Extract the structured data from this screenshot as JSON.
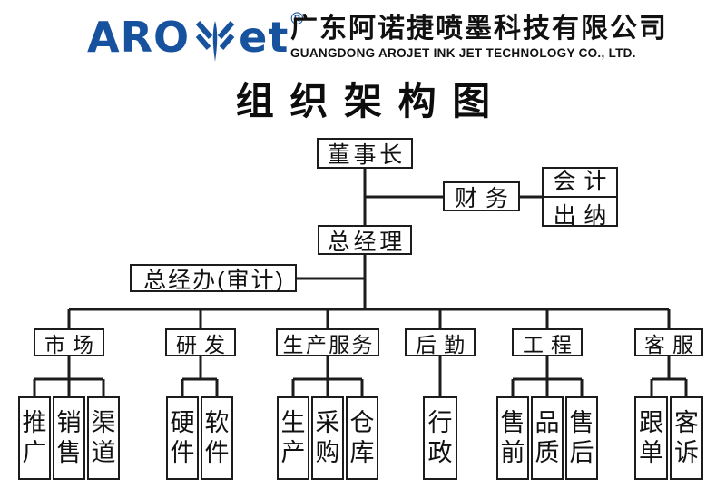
{
  "header": {
    "logo_text_1": "ARO",
    "logo_text_2": "et",
    "registered_mark": "®",
    "brand_color": "#17529e",
    "company_name_cn": "广东阿诺捷喷墨科技有限公司",
    "company_name_en": "GUANGDONG AROJET INK JET TECHNOLOGY CO., LTD."
  },
  "title": "组织架构图",
  "org": {
    "chairman": "董事长",
    "finance": "财务",
    "finance_subs": [
      "会计",
      "出纳"
    ],
    "general_manager": "总经理",
    "gm_office": "总经办(审计)",
    "departments": [
      {
        "name": "市场",
        "subs": [
          "推广",
          "销售",
          "渠道"
        ]
      },
      {
        "name": "研发",
        "subs": [
          "硬件",
          "软件"
        ]
      },
      {
        "name": "生产服务",
        "subs": [
          "生产",
          "采购",
          "仓库"
        ]
      },
      {
        "name": "后勤",
        "subs": [
          "行政"
        ]
      },
      {
        "name": "工程",
        "subs": [
          "售前",
          "品质",
          "售后"
        ]
      },
      {
        "name": "客服",
        "subs": [
          "跟单",
          "客诉"
        ]
      }
    ],
    "line_color": "#1c1c1c"
  }
}
